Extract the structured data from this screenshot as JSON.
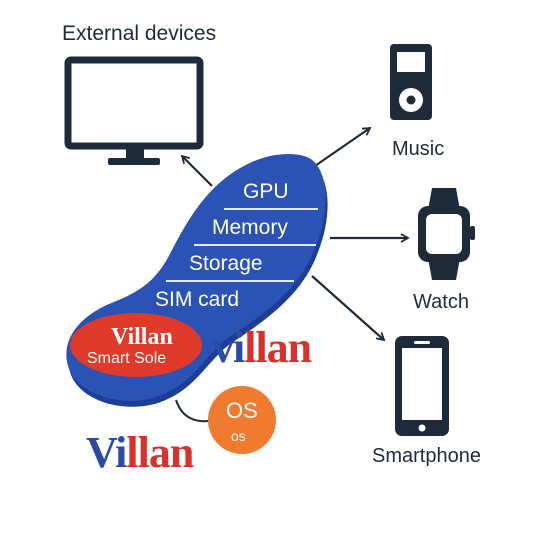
{
  "title": "External devices",
  "sole": {
    "components": [
      "GPU",
      "Memory",
      "Storage",
      "SIM card"
    ],
    "badge_brand": "Villan",
    "badge_sub": "Smart Sole"
  },
  "brand": {
    "right": {
      "prefix": "vi",
      "suffix": "llan"
    },
    "bottom": {
      "prefix": "Vi",
      "suffix": "llan"
    }
  },
  "os": {
    "main": "OS",
    "sub": "os"
  },
  "devices": {
    "monitor": {
      "icon": "monitor-icon"
    },
    "music": {
      "label": "Music",
      "icon": "music-player-icon"
    },
    "watch": {
      "label": "Watch",
      "icon": "smartwatch-icon"
    },
    "smartphone": {
      "label": "Smartphone",
      "icon": "smartphone-icon"
    }
  },
  "colors": {
    "navy": "#1d2b3a",
    "sole_blue": "#2b52b5",
    "badge_red": "#e03a2a",
    "os_orange": "#f07a2e",
    "brand_blue": "#2a4aa6",
    "brand_red": "#d8312b"
  }
}
